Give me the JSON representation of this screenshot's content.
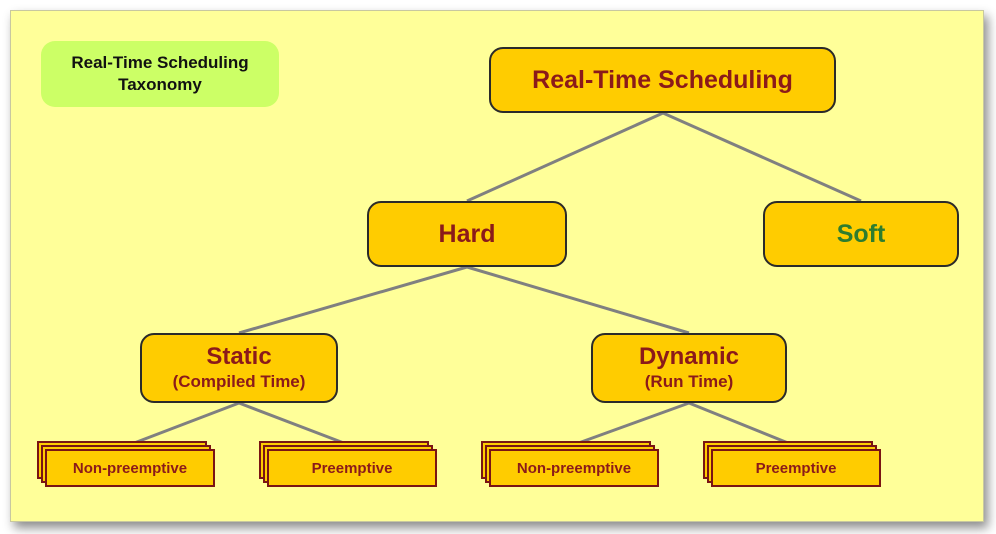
{
  "tag": {
    "line1": "Real-Time Scheduling",
    "line2": "Taxonomy"
  },
  "nodes": {
    "root": "Real-Time Scheduling",
    "hard": "Hard",
    "soft": "Soft",
    "static_title": "Static",
    "static_sub": "(Compiled Time)",
    "dynamic_title": "Dynamic",
    "dynamic_sub": "(Run Time)"
  },
  "leaves": [
    "Non-preemptive",
    "Preemptive",
    "Non-preemptive",
    "Preemptive"
  ],
  "colors": {
    "background": "#ffff99",
    "node_fill": "#ffcc00",
    "node_text": "#8b1a1a",
    "soft_text": "#2e7d2e",
    "tag_fill": "#ccff66",
    "connector": "#808080"
  }
}
